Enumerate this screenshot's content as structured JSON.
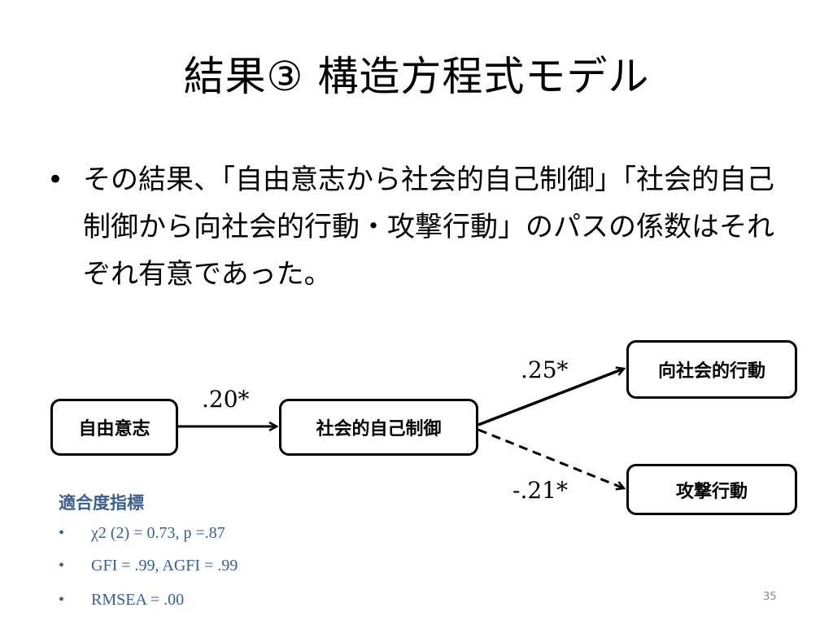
{
  "slide": {
    "title": "結果③ 構造方程式モデル",
    "bullet_char": "•",
    "bullet_text": "その結果、「自由意志から社会的自己制御」「社会的自己制御から向社会的行動・攻撃行動」のパスの係数はそれぞれ有意であった。",
    "page_number": "35"
  },
  "diagram": {
    "nodes": {
      "free_will": "自由意志",
      "self_control": "社会的自己制御",
      "prosocial": "向社会的行動",
      "aggression": "攻撃行動"
    },
    "paths": {
      "fw_to_sc": ".20*",
      "sc_to_prosocial": ".25*",
      "sc_to_aggression": "-.21*"
    }
  },
  "fit": {
    "title": "適合度指標",
    "bullet_char": "•",
    "items": [
      "χ2 (2) = 0.73, p =.87",
      "GFI = .99, AGFI = .99",
      "RMSEA = .00"
    ]
  }
}
